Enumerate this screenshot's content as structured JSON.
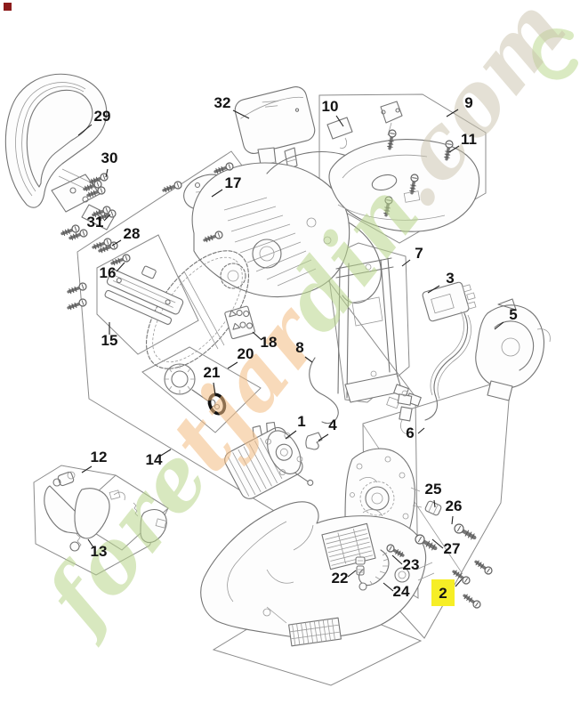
{
  "diagram": {
    "type": "exploded-parts-diagram",
    "highlighted_part": "2",
    "highlight_color": "#f6ee26",
    "corner_marker_color": "#8c1b1b",
    "watermark": {
      "seg_green": "fore",
      "seg_orange": "tjar",
      "seg_green2": "din",
      "seg_tan": ".com",
      "color_green": "#b9d68c",
      "color_orange": "#f3bd83",
      "color_tan": "#c9c2ab"
    },
    "labels": {
      "n1": "1",
      "n2": "2",
      "n3": "3",
      "n4": "4",
      "n5": "5",
      "n6": "6",
      "n7": "7",
      "n8": "8",
      "n9": "9",
      "n10": "10",
      "n11": "11",
      "n12": "12",
      "n13": "13",
      "n14": "14",
      "n15": "15",
      "n16": "16",
      "n17": "17",
      "n18": "18",
      "n20": "20",
      "n21": "21",
      "n22": "22",
      "n23": "23",
      "n24": "24",
      "n25": "25",
      "n26": "26",
      "n27": "27",
      "n28": "28",
      "n29": "29",
      "n30": "30",
      "n31": "31",
      "n32": "32"
    }
  }
}
